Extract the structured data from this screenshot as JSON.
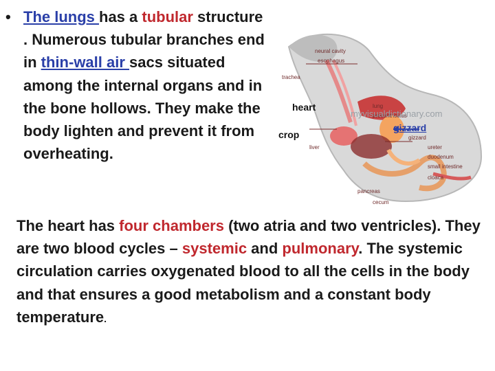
{
  "paragraph1": {
    "bullet": "•",
    "t1": "The lungs ",
    "t2": "has a ",
    "t3": "tubular",
    "t4": " structure . Numerous tubular branches end in ",
    "t5": "thin-wall air ",
    "t6": "sacs situated among the internal organs and in the bone hollows. They make the body lighten and prevent it from overheating."
  },
  "paragraph2": {
    "t1": "The heart has ",
    "t2": "four chambers",
    "t3": " (two atria and two ventricles). They are two blood cycles – ",
    "t4": "systemic",
    "t5": " and ",
    "t6": "pulmonary",
    "t7": ". The systemic circulation carries oxygenated blood to all the cells in the body and that ensures a good metabolism and a constant body temperature",
    "t8": "."
  },
  "figure": {
    "labels": {
      "heart": "heart",
      "crop": "crop",
      "gizzard": "gizzard",
      "neural": "neural cavity",
      "esophagus": "esophagus",
      "trachea": "trachea",
      "lung": "lung",
      "proventriculus": "proventriculus",
      "gizzard_small": "gizzard",
      "liver": "liver",
      "ureter": "ureter",
      "duodenum": "duodenum",
      "small_intestine": "small intestine",
      "cloaca": "cloaca",
      "pancreas": "pancreas",
      "cecum": "cecum"
    },
    "watermark": "myvisualdictionary.com"
  },
  "colors": {
    "link": "#2a3fa8",
    "accent_red": "#c0282e",
    "text": "#1a1a1a"
  }
}
